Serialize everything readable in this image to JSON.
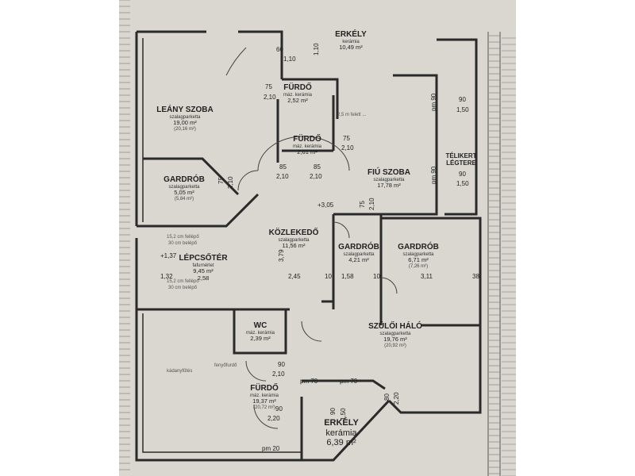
{
  "rooms": {
    "erkely_top": {
      "name": "ERKÉLY",
      "finish": "kerámia",
      "area": "10,49 m²"
    },
    "leany_szoba": {
      "name": "LEÁNY SZOBA",
      "finish": "szalagparketta",
      "area": "19,00 m²",
      "extra": "(20,16 m²)"
    },
    "furdo_1": {
      "name": "FÜRDŐ",
      "finish": "máz. kerámia",
      "area": "2,52 m²"
    },
    "furdo_2": {
      "name": "FÜRDŐ",
      "finish": "máz. kerámia",
      "area": "2,61 m²"
    },
    "fiu_szoba": {
      "name": "FIÚ SZOBA",
      "finish": "szalagparketta",
      "area": "17,78 m²"
    },
    "telikert": {
      "name": "TÉLIKERT",
      "name2": "LÉGTERE"
    },
    "gardrob_1": {
      "name": "GARDRÓB",
      "finish": "szalagparketta",
      "area": "5,05 m²",
      "extra": "(5,84 m²)"
    },
    "kozlekedo": {
      "name": "KÖZLEKEDŐ",
      "finish": "szalagparketta",
      "area": "11,56 m²"
    },
    "lepcsoter": {
      "name": "LÉPCSŐTÉR",
      "finish": "fafurnérlet",
      "area": "9,45 m²",
      "extra": "2,58"
    },
    "gardrob_2": {
      "name": "GARDRÓB",
      "finish": "szalagparketta",
      "area": "4,21 m²"
    },
    "gardrob_3": {
      "name": "GARDRÓB",
      "finish": "szalagparketta",
      "area": "6,71 m²",
      "extra": "(7,26 m²)"
    },
    "wc": {
      "name": "WC",
      "finish": "máz. kerámia",
      "area": "2,39 m²"
    },
    "szuloi_halo": {
      "name": "SZÜLŐI HÁLÓ",
      "finish": "szalagparketta",
      "area": "19,76 m²",
      "extra": "(20,92 m²)"
    },
    "furdo_3": {
      "name": "FÜRDŐ",
      "finish": "máz. kerámia",
      "area": "19,37 m²",
      "extra": "(20,72 m²)"
    },
    "erkely_bottom": {
      "name": "ERKÉLY",
      "finish": "kerámia",
      "area": "6,39 m²"
    }
  },
  "dimensions": {
    "d60": "60",
    "d110a": "1,10",
    "d110b": "1,10",
    "d75a": "75",
    "d210a": "2,10",
    "d75b": "75",
    "d210b": "2,10",
    "d85a": "85",
    "d210c": "2,10",
    "d85b": "85",
    "d210d": "2,10",
    "d75c": "75",
    "d210e": "2,10",
    "d75d": "75",
    "d210f": "2,10",
    "d90a": "90",
    "d150a": "1,50",
    "d90b": "90",
    "d150b": "1,50",
    "lvl1": "+1,37",
    "lvl2": "+3,05",
    "d132": "1,32",
    "d245": "2,45",
    "d10a": "10",
    "d158": "1,58",
    "d10b": "10",
    "d311": "3,11",
    "d38": "38",
    "d379": "3,79",
    "d90c": "90",
    "d210g": "2,10",
    "d90d": "90",
    "d220": "2,20",
    "pm70a": "pm 70",
    "pm70b": "pm 70",
    "pm20": "pm 20",
    "d80": "80",
    "d220b": "2,20",
    "d90e": "90",
    "d150c": "1,50",
    "pm90a": "pm 90",
    "pm90b": "pm 90",
    "stair1": "15,2 cm fellépő",
    "stair2": "30 cm belépő",
    "stair3": "15,2 cm fellépő",
    "stair4": "30 cm belépő",
    "note1": "2,5 m felett ...",
    "note2": "fenyőfurdő",
    "note3": "kádanyfűtés"
  }
}
